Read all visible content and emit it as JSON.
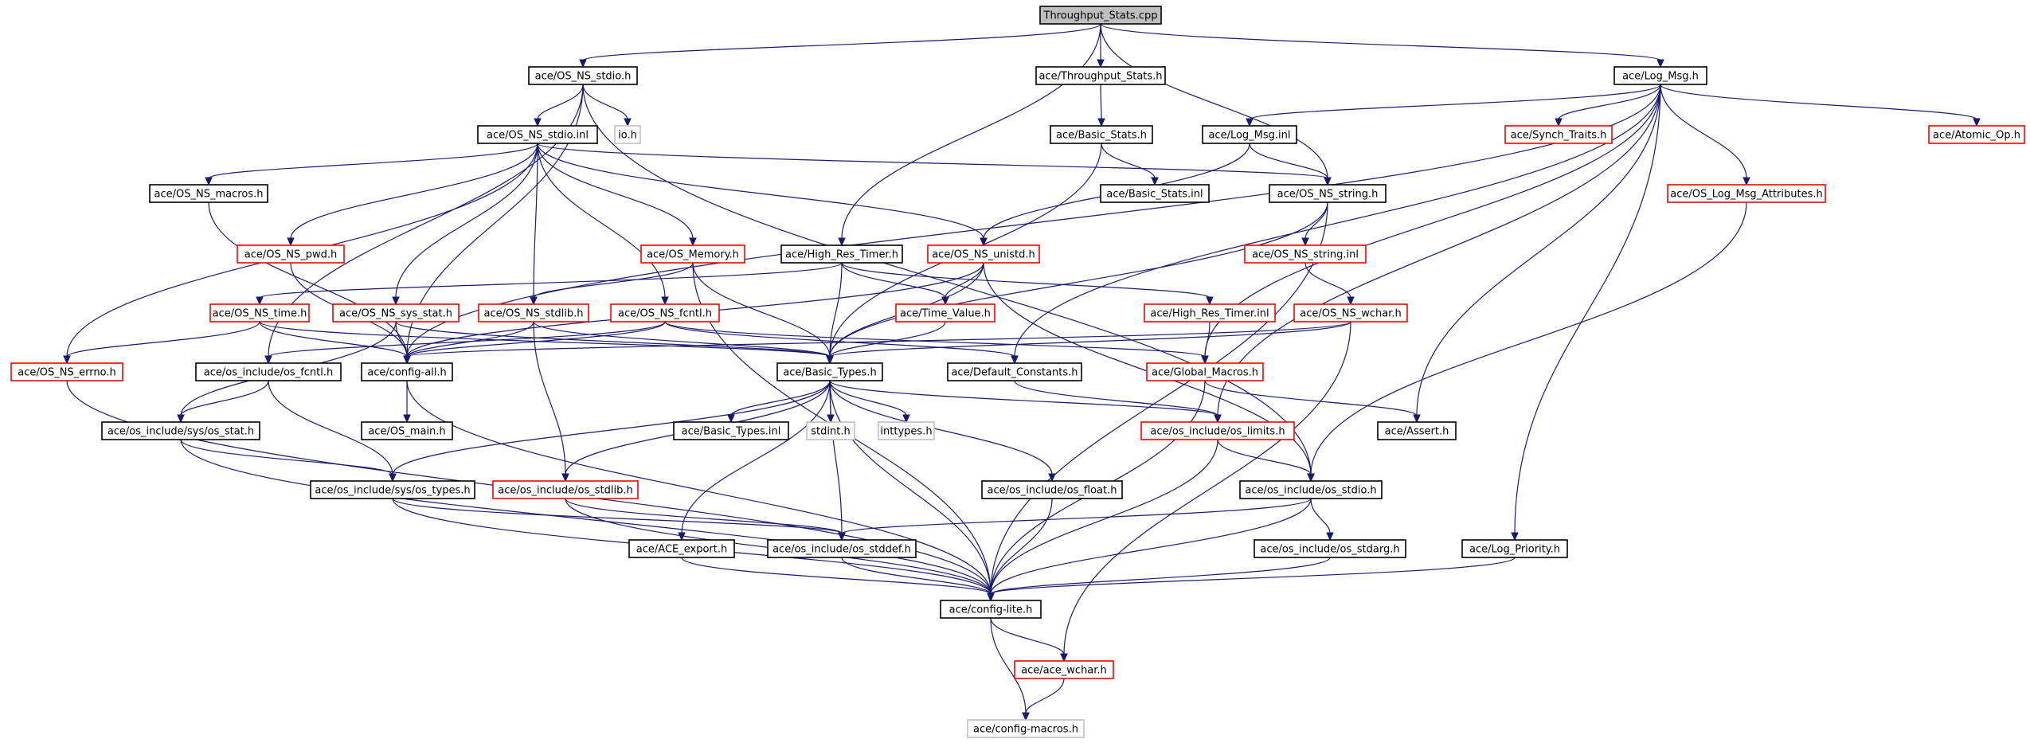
{
  "colors": {
    "normal_border": "#000000",
    "undocumented_border": "#ff0000",
    "external_border": "#bfbfbf",
    "root_fill": "#bfbfbf",
    "node_fill": "#ffffff",
    "edge": "#191970"
  },
  "nodes": [
    {
      "id": "root",
      "label": "Throughput_Stats.cpp",
      "kind": "root"
    },
    {
      "id": "os_ns_stdio_h",
      "label": "ace/OS_NS_stdio.h",
      "kind": "normal"
    },
    {
      "id": "throughput_stats_h",
      "label": "ace/Throughput_Stats.h",
      "kind": "normal"
    },
    {
      "id": "log_msg_h",
      "label": "ace/Log_Msg.h",
      "kind": "normal"
    },
    {
      "id": "os_ns_stdio_inl",
      "label": "ace/OS_NS_stdio.inl",
      "kind": "normal"
    },
    {
      "id": "io_h",
      "label": "io.h",
      "kind": "external"
    },
    {
      "id": "basic_stats_h",
      "label": "ace/Basic_Stats.h",
      "kind": "normal"
    },
    {
      "id": "log_msg_inl",
      "label": "ace/Log_Msg.inl",
      "kind": "normal"
    },
    {
      "id": "synch_traits_h",
      "label": "ace/Synch_Traits.h",
      "kind": "undocumented"
    },
    {
      "id": "atomic_op_h",
      "label": "ace/Atomic_Op.h",
      "kind": "undocumented"
    },
    {
      "id": "os_ns_macros_h",
      "label": "ace/OS_NS_macros.h",
      "kind": "normal"
    },
    {
      "id": "basic_stats_inl",
      "label": "ace/Basic_Stats.inl",
      "kind": "normal"
    },
    {
      "id": "os_ns_string_h",
      "label": "ace/OS_NS_string.h",
      "kind": "normal"
    },
    {
      "id": "os_log_msg_attributes_h",
      "label": "ace/OS_Log_Msg_Attributes.h",
      "kind": "undocumented"
    },
    {
      "id": "os_ns_pwd_h",
      "label": "ace/OS_NS_pwd.h",
      "kind": "undocumented"
    },
    {
      "id": "os_memory_h",
      "label": "ace/OS_Memory.h",
      "kind": "undocumented"
    },
    {
      "id": "high_res_timer_h",
      "label": "ace/High_Res_Timer.h",
      "kind": "normal"
    },
    {
      "id": "os_ns_unistd_h",
      "label": "ace/OS_NS_unistd.h",
      "kind": "undocumented"
    },
    {
      "id": "os_ns_string_inl",
      "label": "ace/OS_NS_string.inl",
      "kind": "undocumented"
    },
    {
      "id": "os_ns_time_h",
      "label": "ace/OS_NS_time.h",
      "kind": "undocumented"
    },
    {
      "id": "os_ns_sys_stat_h",
      "label": "ace/OS_NS_sys_stat.h",
      "kind": "undocumented"
    },
    {
      "id": "os_ns_stdlib_h",
      "label": "ace/OS_NS_stdlib.h",
      "kind": "undocumented"
    },
    {
      "id": "os_ns_fcntl_h",
      "label": "ace/OS_NS_fcntl.h",
      "kind": "undocumented"
    },
    {
      "id": "time_value_h",
      "label": "ace/Time_Value.h",
      "kind": "undocumented"
    },
    {
      "id": "high_res_timer_inl",
      "label": "ace/High_Res_Timer.inl",
      "kind": "undocumented"
    },
    {
      "id": "os_ns_wchar_h",
      "label": "ace/OS_NS_wchar.h",
      "kind": "undocumented"
    },
    {
      "id": "os_ns_errno_h",
      "label": "ace/OS_NS_errno.h",
      "kind": "undocumented"
    },
    {
      "id": "os_include_os_fcntl_h",
      "label": "ace/os_include/os_fcntl.h",
      "kind": "normal"
    },
    {
      "id": "config_all_h",
      "label": "ace/config-all.h",
      "kind": "normal"
    },
    {
      "id": "basic_types_h",
      "label": "ace/Basic_Types.h",
      "kind": "normal"
    },
    {
      "id": "default_constants_h",
      "label": "ace/Default_Constants.h",
      "kind": "normal"
    },
    {
      "id": "global_macros_h",
      "label": "ace/Global_Macros.h",
      "kind": "undocumented"
    },
    {
      "id": "os_include_sys_os_stat_h",
      "label": "ace/os_include/sys/os_stat.h",
      "kind": "normal"
    },
    {
      "id": "os_main_h",
      "label": "ace/OS_main.h",
      "kind": "normal"
    },
    {
      "id": "basic_types_inl",
      "label": "ace/Basic_Types.inl",
      "kind": "normal"
    },
    {
      "id": "stdint_h",
      "label": "stdint.h",
      "kind": "external"
    },
    {
      "id": "inttypes_h",
      "label": "inttypes.h",
      "kind": "external"
    },
    {
      "id": "os_include_os_limits_h",
      "label": "ace/os_include/os_limits.h",
      "kind": "undocumented"
    },
    {
      "id": "assert_h",
      "label": "ace/Assert.h",
      "kind": "normal"
    },
    {
      "id": "os_include_sys_os_types_h",
      "label": "ace/os_include/sys/os_types.h",
      "kind": "normal"
    },
    {
      "id": "os_include_os_stdlib_h",
      "label": "ace/os_include/os_stdlib.h",
      "kind": "undocumented"
    },
    {
      "id": "os_include_os_float_h",
      "label": "ace/os_include/os_float.h",
      "kind": "normal"
    },
    {
      "id": "os_include_os_stdio_h",
      "label": "ace/os_include/os_stdio.h",
      "kind": "normal"
    },
    {
      "id": "ace_export_h",
      "label": "ace/ACE_export.h",
      "kind": "normal"
    },
    {
      "id": "os_include_os_stddef_h",
      "label": "ace/os_include/os_stddef.h",
      "kind": "normal"
    },
    {
      "id": "os_include_os_stdarg_h",
      "label": "ace/os_include/os_stdarg.h",
      "kind": "normal"
    },
    {
      "id": "log_priority_h",
      "label": "ace/Log_Priority.h",
      "kind": "normal"
    },
    {
      "id": "config_lite_h",
      "label": "ace/config-lite.h",
      "kind": "normal"
    },
    {
      "id": "ace_wchar_h",
      "label": "ace/ace_wchar.h",
      "kind": "undocumented"
    },
    {
      "id": "config_macros_h",
      "label": "ace/config-macros.h",
      "kind": "external"
    }
  ],
  "edges": [
    [
      "root",
      "os_ns_stdio_h"
    ],
    [
      "root",
      "throughput_stats_h"
    ],
    [
      "root",
      "log_msg_h"
    ],
    [
      "root",
      "high_res_timer_h"
    ],
    [
      "root",
      "os_ns_string_h"
    ],
    [
      "os_ns_stdio_h",
      "os_ns_stdio_inl"
    ],
    [
      "os_ns_stdio_h",
      "io_h"
    ],
    [
      "os_ns_stdio_h",
      "config_all_h"
    ],
    [
      "os_ns_stdio_h",
      "os_include_os_stdio_h"
    ],
    [
      "os_ns_stdio_h",
      "os_include_os_fcntl_h"
    ],
    [
      "throughput_stats_h",
      "basic_stats_h"
    ],
    [
      "basic_stats_h",
      "basic_stats_inl"
    ],
    [
      "basic_stats_h",
      "basic_types_h"
    ],
    [
      "log_msg_h",
      "log_msg_inl"
    ],
    [
      "log_msg_h",
      "synch_traits_h"
    ],
    [
      "log_msg_h",
      "atomic_op_h"
    ],
    [
      "log_msg_h",
      "os_log_msg_attributes_h"
    ],
    [
      "log_msg_h",
      "log_priority_h"
    ],
    [
      "log_msg_h",
      "default_constants_h"
    ],
    [
      "log_msg_h",
      "global_macros_h"
    ],
    [
      "log_msg_h",
      "os_include_os_limits_h"
    ],
    [
      "log_msg_h",
      "assert_h"
    ],
    [
      "log_msg_h",
      "config_all_h"
    ],
    [
      "log_msg_inl",
      "os_ns_string_h"
    ],
    [
      "log_msg_inl",
      "os_ns_unistd_h"
    ],
    [
      "os_log_msg_attributes_h",
      "os_include_os_stdio_h"
    ],
    [
      "os_ns_stdio_inl",
      "os_ns_macros_h"
    ],
    [
      "os_ns_stdio_inl",
      "os_ns_pwd_h"
    ],
    [
      "os_ns_stdio_inl",
      "os_ns_sys_stat_h"
    ],
    [
      "os_ns_stdio_inl",
      "os_ns_stdlib_h"
    ],
    [
      "os_ns_stdio_inl",
      "os_ns_fcntl_h"
    ],
    [
      "os_ns_stdio_inl",
      "os_memory_h"
    ],
    [
      "os_ns_stdio_inl",
      "os_ns_unistd_h"
    ],
    [
      "os_ns_stdio_inl",
      "os_ns_string_h"
    ],
    [
      "os_ns_stdio_inl",
      "os_ns_errno_h"
    ],
    [
      "os_ns_macros_h",
      "config_all_h"
    ],
    [
      "os_ns_pwd_h",
      "config_all_h"
    ],
    [
      "os_memory_h",
      "os_ns_stdlib_h"
    ],
    [
      "os_memory_h",
      "basic_types_h"
    ],
    [
      "os_memory_h",
      "config_lite_h"
    ],
    [
      "high_res_timer_h",
      "high_res_timer_inl"
    ],
    [
      "high_res_timer_h",
      "time_value_h"
    ],
    [
      "high_res_timer_h",
      "basic_types_h"
    ],
    [
      "high_res_timer_h",
      "os_ns_time_h"
    ],
    [
      "os_ns_unistd_h",
      "time_value_h"
    ],
    [
      "os_ns_unistd_h",
      "basic_types_h"
    ],
    [
      "os_ns_unistd_h",
      "config_all_h"
    ],
    [
      "os_ns_unistd_h",
      "os_include_os_stdio_h"
    ],
    [
      "os_ns_string_h",
      "os_ns_string_inl"
    ],
    [
      "os_ns_string_h",
      "basic_types_h"
    ],
    [
      "os_ns_string_h",
      "config_lite_h"
    ],
    [
      "os_ns_string_inl",
      "os_ns_wchar_h"
    ],
    [
      "os_ns_wchar_h",
      "basic_types_h"
    ],
    [
      "os_ns_wchar_h",
      "ace_wchar_h"
    ],
    [
      "os_ns_wchar_h",
      "config_all_h"
    ],
    [
      "high_res_timer_inl",
      "global_macros_h"
    ],
    [
      "time_value_h",
      "basic_types_h"
    ],
    [
      "os_ns_time_h",
      "config_all_h"
    ],
    [
      "os_ns_time_h",
      "os_ns_errno_h"
    ],
    [
      "os_ns_time_h",
      "basic_types_h"
    ],
    [
      "os_ns_sys_stat_h",
      "config_all_h"
    ],
    [
      "os_ns_sys_stat_h",
      "os_include_sys_os_stat_h"
    ],
    [
      "os_ns_sys_stat_h",
      "basic_types_h"
    ],
    [
      "os_ns_stdlib_h",
      "config_all_h"
    ],
    [
      "os_ns_stdlib_h",
      "basic_types_h"
    ],
    [
      "os_ns_stdlib_h",
      "os_include_os_stdlib_h"
    ],
    [
      "os_ns_fcntl_h",
      "config_all_h"
    ],
    [
      "os_ns_fcntl_h",
      "default_constants_h"
    ],
    [
      "os_ns_fcntl_h",
      "global_macros_h"
    ],
    [
      "os_ns_fcntl_h",
      "os_include_os_fcntl_h"
    ],
    [
      "os_ns_errno_h",
      "config_lite_h"
    ],
    [
      "os_include_os_fcntl_h",
      "os_include_sys_os_stat_h"
    ],
    [
      "os_include_os_fcntl_h",
      "os_include_sys_os_types_h"
    ],
    [
      "os_include_sys_os_stat_h",
      "os_include_sys_os_types_h"
    ],
    [
      "os_include_sys_os_stat_h",
      "config_lite_h"
    ],
    [
      "config_all_h",
      "os_main_h"
    ],
    [
      "config_all_h",
      "config_lite_h"
    ],
    [
      "basic_types_h",
      "basic_types_inl"
    ],
    [
      "basic_types_h",
      "stdint_h"
    ],
    [
      "basic_types_h",
      "inttypes_h"
    ],
    [
      "basic_types_h",
      "os_include_os_limits_h"
    ],
    [
      "basic_types_h",
      "os_include_os_float_h"
    ],
    [
      "basic_types_h",
      "os_include_os_stdlib_h"
    ],
    [
      "basic_types_h",
      "os_include_sys_os_types_h"
    ],
    [
      "basic_types_h",
      "ace_export_h"
    ],
    [
      "basic_types_h",
      "os_include_os_stddef_h"
    ],
    [
      "basic_types_h",
      "config_lite_h"
    ],
    [
      "default_constants_h",
      "os_include_os_limits_h"
    ],
    [
      "global_macros_h",
      "assert_h"
    ],
    [
      "global_macros_h",
      "config_lite_h"
    ],
    [
      "os_include_os_limits_h",
      "os_include_os_stdio_h"
    ],
    [
      "os_include_os_limits_h",
      "config_lite_h"
    ],
    [
      "os_include_os_stdio_h",
      "os_include_os_stdarg_h"
    ],
    [
      "os_include_os_stdio_h",
      "os_include_os_stddef_h"
    ],
    [
      "os_include_os_stdio_h",
      "config_lite_h"
    ],
    [
      "os_include_os_stdarg_h",
      "config_lite_h"
    ],
    [
      "os_include_sys_os_types_h",
      "os_include_os_stddef_h"
    ],
    [
      "os_include_sys_os_types_h",
      "config_lite_h"
    ],
    [
      "os_include_os_stdlib_h",
      "os_include_os_stddef_h"
    ],
    [
      "os_include_os_stdlib_h",
      "config_lite_h"
    ],
    [
      "os_include_os_float_h",
      "config_lite_h"
    ],
    [
      "os_include_os_stddef_h",
      "config_lite_h"
    ],
    [
      "ace_export_h",
      "config_lite_h"
    ],
    [
      "log_priority_h",
      "config_lite_h"
    ],
    [
      "config_lite_h",
      "ace_wchar_h"
    ],
    [
      "config_lite_h",
      "config_macros_h"
    ],
    [
      "ace_wchar_h",
      "config_macros_h"
    ]
  ]
}
